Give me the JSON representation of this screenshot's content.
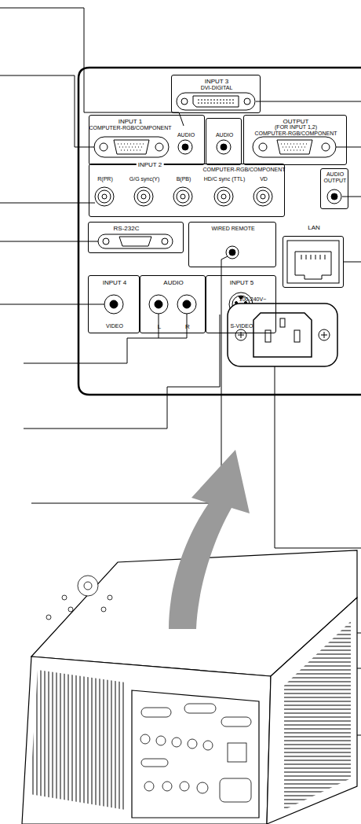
{
  "diagram": {
    "nodes": [
      {
        "text": [
          "INPUT 3",
          "DVI-DIGITAL"
        ]
      },
      {
        "text": [
          "INPUT 1",
          "COMPUTER-RGB/COMPONENT",
          "AUDIO"
        ]
      },
      {
        "text": [
          "AUDIO"
        ]
      },
      {
        "text": [
          "OUTPUT",
          "(FOR INPUT 1,2)",
          "COMPUTER-RGB/COMPONENT"
        ]
      },
      {
        "text": [
          "INPUT 2",
          "COMPUTER-RGB/COMPONENT",
          "R(PR)",
          "G/G sync(Y)",
          "B(PB)",
          "HD/C sync (TTL)",
          "VD"
        ]
      },
      {
        "text": [
          "AUDIO OUTPUT"
        ]
      },
      {
        "text": [
          "LAN"
        ]
      },
      {
        "text": [
          "RS-232C"
        ]
      },
      {
        "text": [
          "WIRED REMOTE"
        ]
      },
      {
        "text": [
          "INPUT 4",
          "VIDEO"
        ]
      },
      {
        "text": [
          "AUDIO",
          "L",
          "R"
        ]
      },
      {
        "text": [
          "INPUT 5",
          "S-VIDEO"
        ]
      }
    ],
    "labels": [
      "100-240V~"
    ]
  }
}
